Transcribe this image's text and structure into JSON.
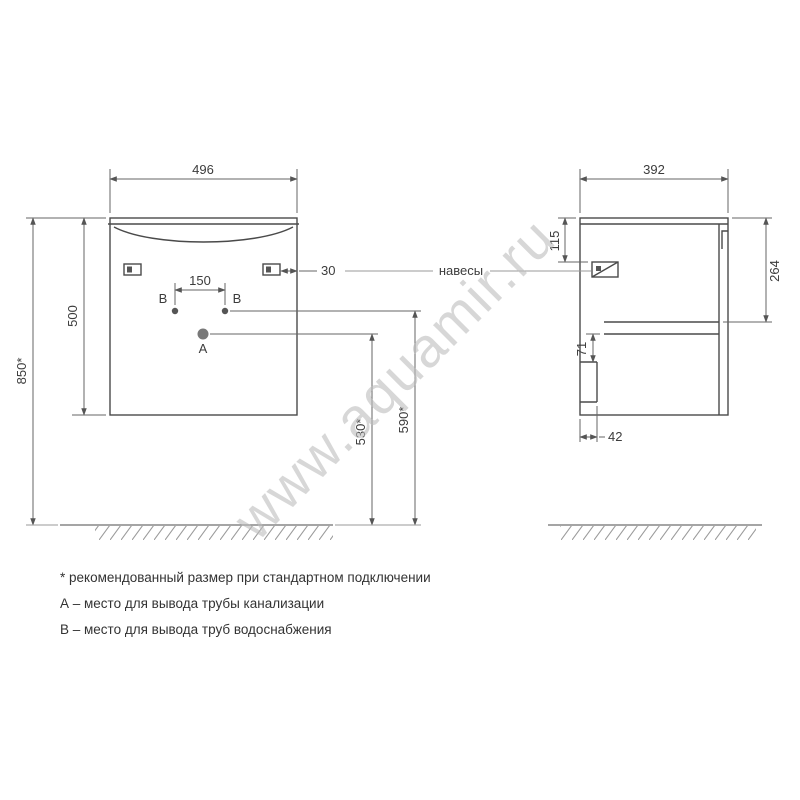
{
  "watermark": "www.aquamir.ru",
  "front_view": {
    "width": "496",
    "height": "500",
    "mount_height": "850*",
    "hanger_offset": "30",
    "outlet_spacing": "150",
    "point_a": "A",
    "point_b_left": "B",
    "point_b_right": "B",
    "drain_height": "530*",
    "supply_height": "590*"
  },
  "side_view": {
    "depth": "392",
    "hanger_top_offset": "115",
    "interior_height": "264",
    "shelf_gap": "71",
    "back_recess": "42"
  },
  "callout": {
    "hangers_label": "навесы"
  },
  "notes": {
    "line1": "* рекомендованный размер при стандартном подключении",
    "line2": "А – место для вывода трубы канализации",
    "line3": "В – место для вывода труб водоснабжения"
  },
  "colors": {
    "object_line": "#4a4a4a",
    "dimension_line": "#666666",
    "text": "#3c3c3c",
    "watermark": "#bdbdbd"
  }
}
